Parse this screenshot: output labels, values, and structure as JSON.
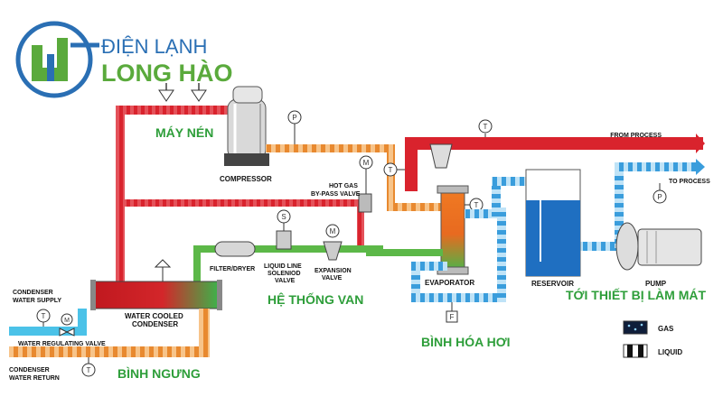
{
  "brand": {
    "line1": "ĐIỆN LẠNH",
    "line2": "LONG HÀO",
    "colors": {
      "blue": "#2a6fb4",
      "green": "#5aaa3c"
    }
  },
  "labels": {
    "compressor": "COMPRESSOR",
    "hot_gas": "HOT GAS",
    "bypass_valve": "BY-PASS VALVE",
    "filter_dryer": "FILTER/DRYER",
    "liquid_line_1": "LIQUID LINE",
    "liquid_line_2": "SOLENIOD",
    "liquid_line_3": "VALVE",
    "expansion_1": "EXPANSION",
    "expansion_2": "VALVE",
    "evaporator": "EVAPORATOR",
    "reservoir": "RESERVOIR",
    "pump": "PUMP",
    "from_process": "FROM PROCESS",
    "to_process": "TO PROCESS",
    "condenser_supply_1": "CONDENSER",
    "condenser_supply_2": "WATER SUPPLY",
    "water_cooled_1": "WATER COOLED",
    "water_cooled_2": "CONDENSER",
    "regulating_valve": "WATER REGULATING VALVE",
    "condenser_return_1": "CONDENSER",
    "condenser_return_2": "WATER RETURN"
  },
  "vn_labels": {
    "compressor": "MÁY NÉN",
    "valves": "HỆ THỐNG VAN",
    "evaporator": "BÌNH HÓA HƠI",
    "condenser": "BÌNH NGƯNG",
    "cooling_device": "TỚI THIẾT BỊ LÀM MÁT"
  },
  "gauge_letters": {
    "temp": "T",
    "pressure": "P",
    "motor": "M",
    "solenoid": "S",
    "flow": "F"
  },
  "legend": [
    {
      "label": "GAS",
      "style": "gas"
    },
    {
      "label": "LIQUID",
      "style": "liquid"
    }
  ],
  "pipe_colors": {
    "hot_gas": "#d9232d",
    "suction": "#e8892f",
    "liquid": "#5cb848",
    "water": "#3a9ddc"
  }
}
